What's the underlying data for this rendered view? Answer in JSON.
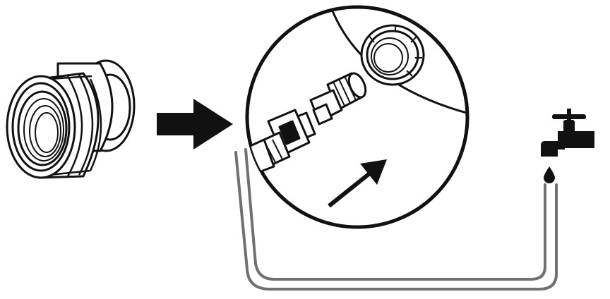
{
  "diagram": {
    "steps": [
      {
        "id": "female-hose-coupler",
        "icon": "hose-coupler-icon"
      },
      {
        "id": "direction-arrow",
        "icon": "arrow-right-icon"
      },
      {
        "id": "detail-magnifier",
        "icon": "magnified-connector-detail"
      },
      {
        "id": "faucet",
        "icon": "faucet-icon"
      }
    ],
    "colors": {
      "line": "#111111",
      "fill": "#ffffff",
      "hose": "#707070",
      "arrow": "#111111"
    }
  }
}
